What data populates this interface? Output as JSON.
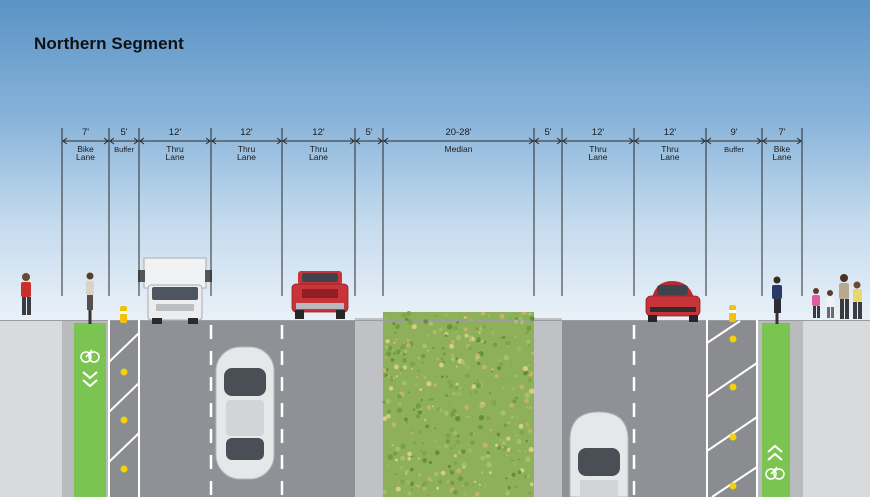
{
  "title": "Northern Segment",
  "segments": [
    {
      "width": "7'",
      "label1": "Bike",
      "label2": "Lane"
    },
    {
      "width": "5'",
      "label1": "Buffer",
      "label2": ""
    },
    {
      "width": "12'",
      "label1": "Thru",
      "label2": "Lane"
    },
    {
      "width": "12'",
      "label1": "Thru",
      "label2": "Lane"
    },
    {
      "width": "12'",
      "label1": "Thru",
      "label2": "Lane"
    },
    {
      "width": "5'",
      "label1": "",
      "label2": ""
    },
    {
      "width": "20-28'",
      "label1": "Median",
      "label2": ""
    },
    {
      "width": "5'",
      "label1": "",
      "label2": ""
    },
    {
      "width": "12'",
      "label1": "Thru",
      "label2": "Lane"
    },
    {
      "width": "12'",
      "label1": "Thru",
      "label2": "Lane"
    },
    {
      "width": "9'",
      "label1": "Buffer",
      "label2": ""
    },
    {
      "width": "7'",
      "label1": "Bike",
      "label2": "Lane"
    }
  ],
  "colors": {
    "bike_lane": "#7cc451",
    "asphalt": "#8f9196",
    "sidewalk": "#d9dadc",
    "median": "#8fb05a",
    "curb": "#bfc1c4"
  }
}
